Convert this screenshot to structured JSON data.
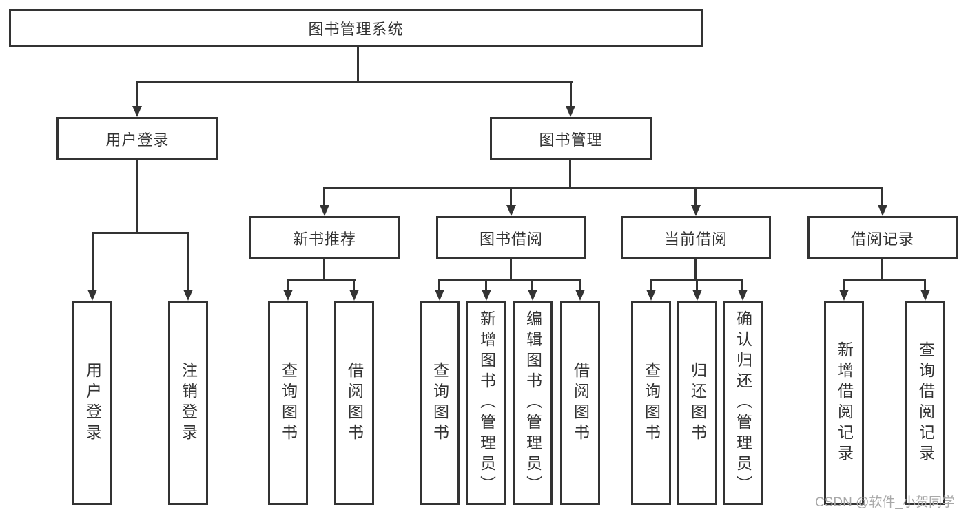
{
  "tree": {
    "root": "图书管理系统",
    "branches": [
      {
        "label": "用户登录",
        "children": [
          "用户登录",
          "注销登录"
        ]
      },
      {
        "label": "图书管理",
        "children": [
          {
            "label": "新书推荐",
            "children": [
              "查询图书",
              "借阅图书"
            ]
          },
          {
            "label": "图书借阅",
            "children": [
              "查询图书",
              "新增图书（管理员）",
              "编辑图书（管理员）",
              "借阅图书"
            ]
          },
          {
            "label": "当前借阅",
            "children": [
              "查询图书",
              "归还图书",
              "确认归还（管理员）"
            ]
          },
          {
            "label": "借阅记录",
            "children": [
              "新增借阅记录",
              "查询借阅记录"
            ]
          }
        ]
      }
    ]
  },
  "watermark": "CSDN @软件_小贺同学",
  "colors": {
    "line": "#333333",
    "text": "#333333",
    "watermark": "#a8a8a8",
    "background": "#ffffff"
  }
}
